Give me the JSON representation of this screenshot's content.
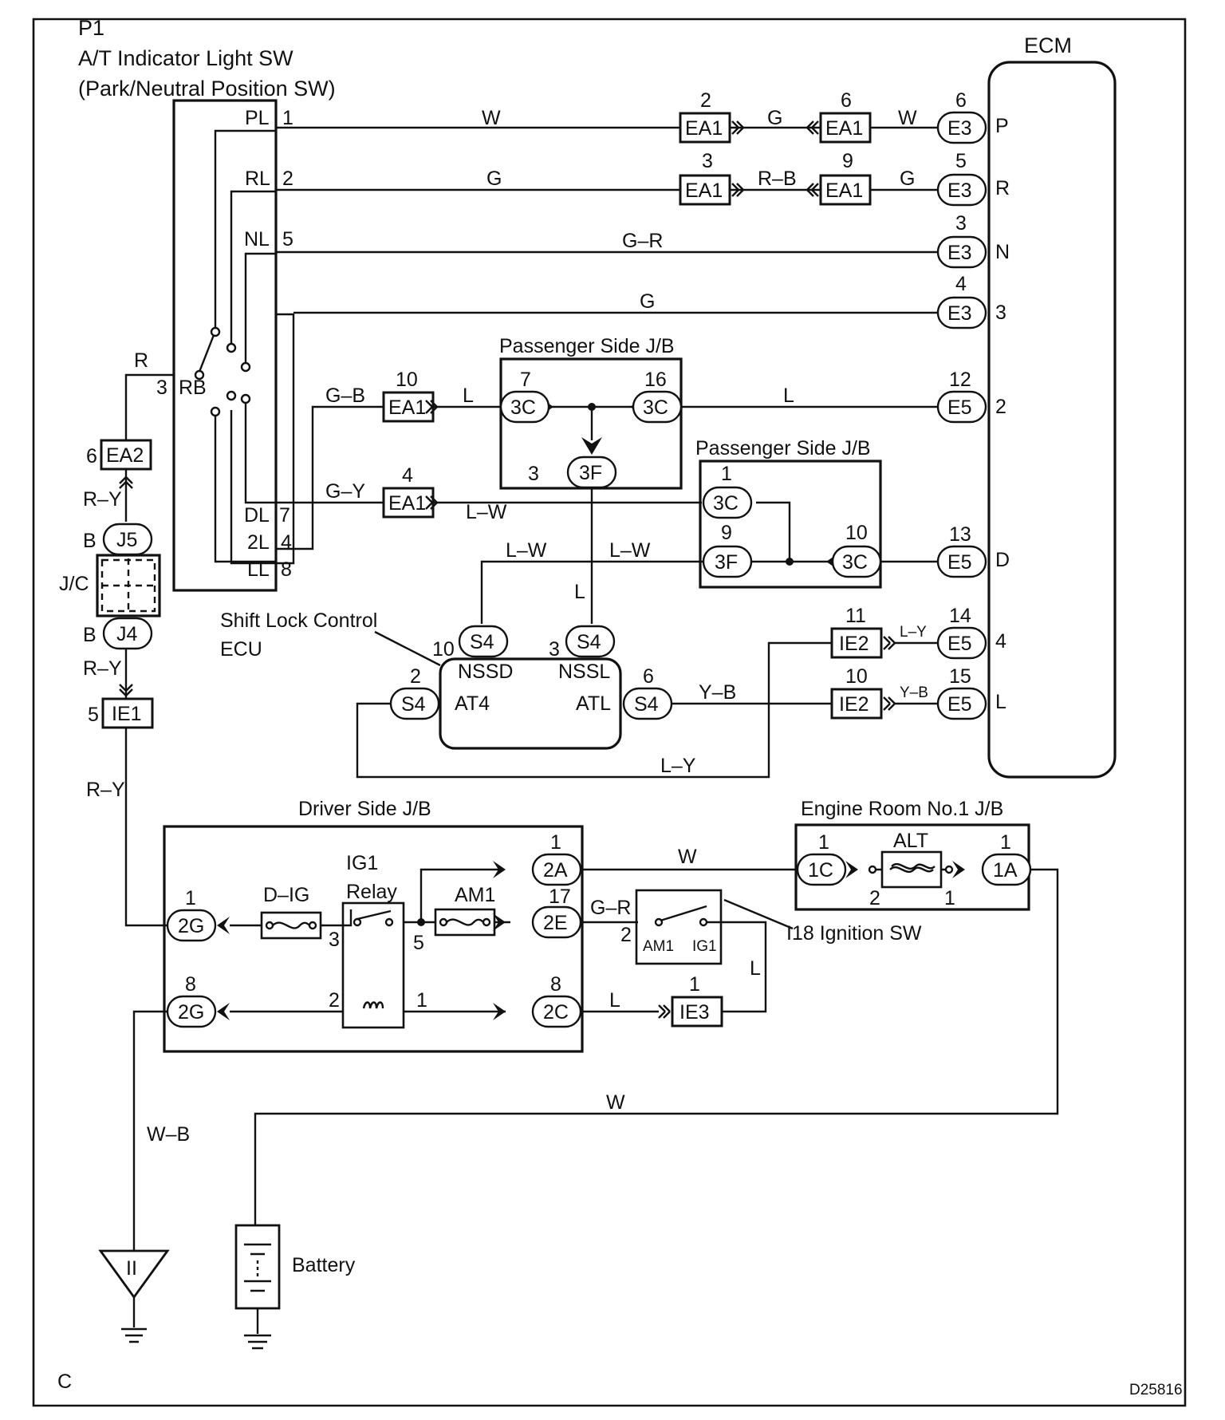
{
  "components": {
    "p1_code": "P1",
    "p1_name": "A/T Indicator Light SW",
    "p1_sub": "(Park/Neutral Position SW)",
    "ecm": "ECM",
    "passenger_jb": "Passenger Side J/B",
    "shift_lock_line1": "Shift Lock Control",
    "shift_lock_line2": "ECU",
    "jc": "J/C",
    "driver_jb": "Driver Side J/B",
    "engine_jb": "Engine Room No.1 J/B",
    "ig1_relay_line1": "IG1",
    "ig1_relay_line2": "Relay",
    "ignition_sw": "I18 Ignition SW",
    "battery": "Battery",
    "fuse_dig": "D–IG",
    "fuse_am1": "AM1",
    "fuse_alt": "ALT",
    "sw_am1": "AM1",
    "sw_ig1": "IG1",
    "ecu_nssd": "NSSD",
    "ecu_nssl": "NSSL",
    "ecu_at4": "AT4",
    "ecu_atl": "ATL",
    "ground_mark": "II"
  },
  "switch_terminals": {
    "pl": "PL",
    "rl": "RL",
    "nl": "NL",
    "dl": "DL",
    "l2": "2L",
    "ll": "LL",
    "rb": "RB",
    "n1": "1",
    "n2": "2",
    "n5": "5",
    "n7": "7",
    "n4": "4",
    "n8": "8",
    "n3": "3"
  },
  "ecm_pins": {
    "p": "P",
    "r": "R",
    "n": "N",
    "three": "3",
    "two": "2",
    "d": "D",
    "four": "4",
    "l": "L"
  },
  "connectors": {
    "ea1": "EA1",
    "ea2": "EA2",
    "e3": "E3",
    "e5": "E5",
    "c3": "3C",
    "f3": "3F",
    "s4": "S4",
    "ie1": "IE1",
    "ie2": "IE2",
    "ie3": "IE3",
    "j4": "J4",
    "j5": "J5",
    "g2": "2G",
    "a2": "2A",
    "e2": "2E",
    "c2": "2C",
    "c1": "1C",
    "a1": "1A"
  },
  "pins": {
    "p1": "1",
    "p2": "2",
    "p3": "3",
    "p4": "4",
    "p5": "5",
    "p6": "6",
    "p7": "7",
    "p8": "8",
    "p9": "9",
    "p10": "10",
    "p11": "11",
    "p12": "12",
    "p13": "13",
    "p14": "14",
    "p15": "15",
    "p16": "16",
    "p17": "17"
  },
  "wires": {
    "w": "W",
    "g": "G",
    "r_b": "R–B",
    "g_r": "G–R",
    "l": "L",
    "l_w": "L–W",
    "g_b": "G–B",
    "g_y": "G–Y",
    "l_y": "L–Y",
    "y_b": "Y–B",
    "r": "R",
    "r_y": "R–Y",
    "b": "B",
    "w_b": "W–B"
  },
  "footer": {
    "corner": "C",
    "code": "D25816"
  }
}
